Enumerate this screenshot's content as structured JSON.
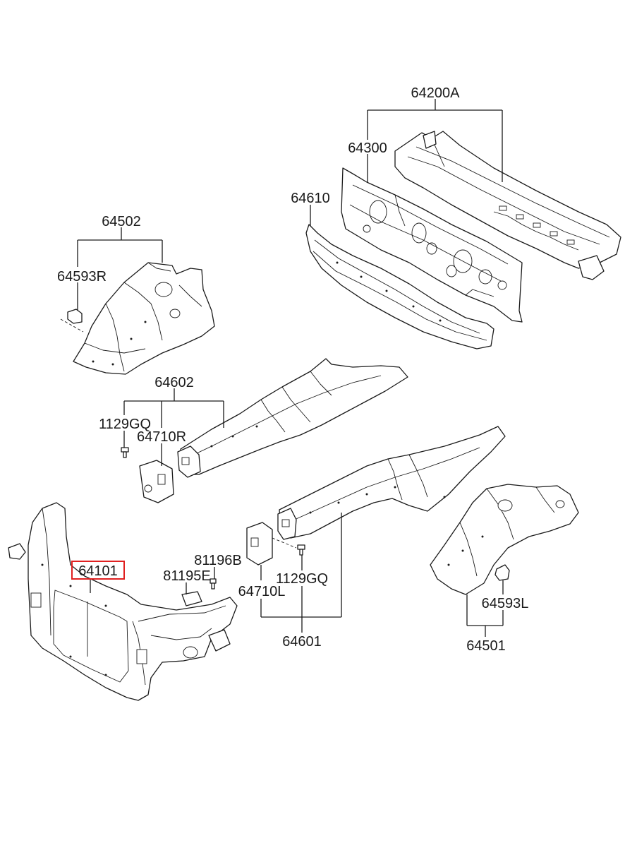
{
  "diagram": {
    "highlight_color": "#e02020",
    "line_color": "#1a1a1a",
    "labels": {
      "p64200A": "64200A",
      "p64300": "64300",
      "p64610": "64610",
      "p64502": "64502",
      "p64593R": "64593R",
      "p64602": "64602",
      "p1129GQ_r": "1129GQ",
      "p64710R": "64710R",
      "p81196B": "81196B",
      "p81195E": "81195E",
      "p64101": "64101",
      "p1129GQ_l": "1129GQ",
      "p64710L": "64710L",
      "p64601": "64601",
      "p64593L": "64593L",
      "p64501": "64501"
    },
    "highlighted_part": "64101"
  }
}
